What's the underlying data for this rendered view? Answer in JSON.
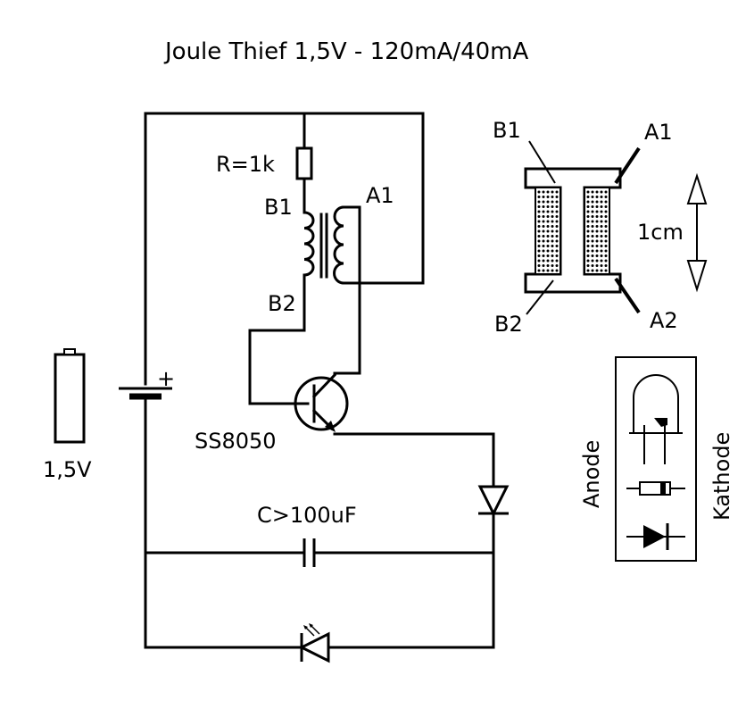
{
  "title": "Joule Thief 1,5V - 120mA/40mA",
  "labels": {
    "resistor": "R=1k",
    "b1": "B1",
    "b2": "B2",
    "a1": "A1",
    "a2": "A2",
    "transistor": "SS8050",
    "battery_voltage": "1,5V",
    "battery_plus": "+",
    "capacitor": "C>100uF",
    "core_size": "1cm",
    "anode": "Anode",
    "kathode": "Kathode"
  }
}
